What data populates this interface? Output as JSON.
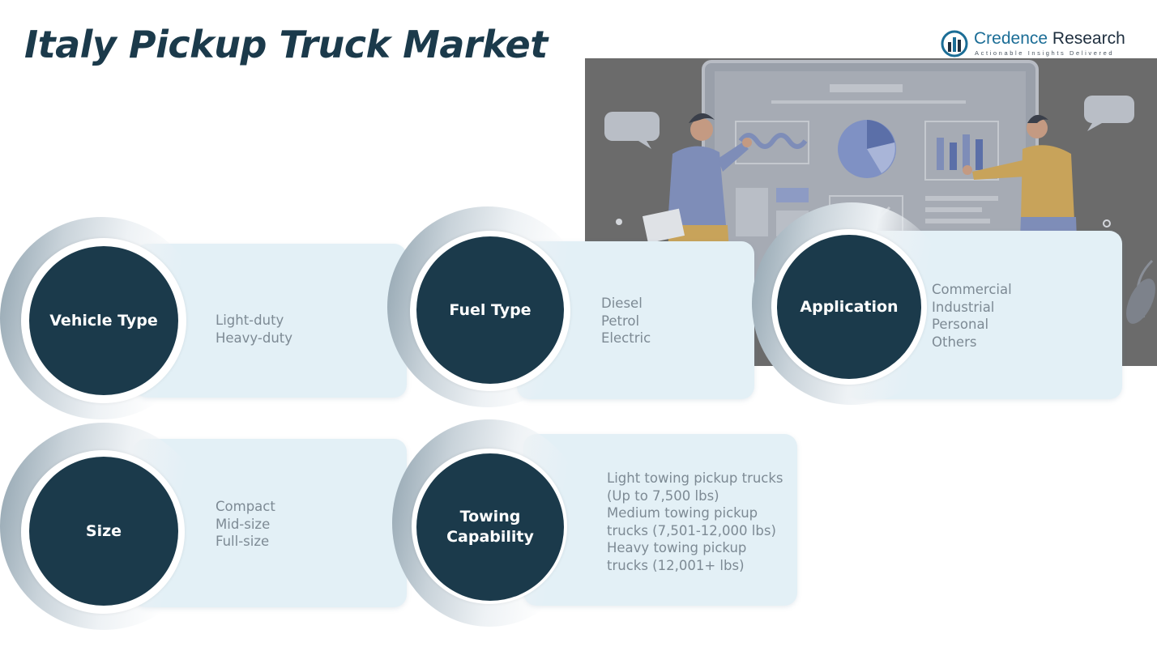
{
  "title": "Italy Pickup Truck Market",
  "logo": {
    "name_part1": "Credence",
    "name_part2": "Research",
    "tagline": "Actionable Insights Delivered"
  },
  "colors": {
    "navy": "#1b3a4b",
    "panel": "#e3f0f6",
    "item_text": "#7d8a94",
    "logo_blue": "#1b6d96"
  },
  "segments": {
    "vehicle_type": {
      "label": "Vehicle Type",
      "items": [
        "Light-duty",
        "Heavy-duty"
      ]
    },
    "fuel_type": {
      "label": "Fuel Type",
      "items": [
        "Diesel",
        "Petrol",
        "Electric"
      ]
    },
    "application": {
      "label": "Application",
      "items": [
        "Commercial",
        "Industrial",
        "Personal",
        "Others"
      ]
    },
    "size": {
      "label": "Size",
      "items": [
        "Compact",
        "Mid-size",
        "Full-size"
      ]
    },
    "towing_capability": {
      "label_line1": "Towing",
      "label_line2": "Capability",
      "items": [
        "Light towing pickup trucks",
        "(Up to 7,500 lbs)",
        "Medium towing pickup",
        "trucks (7,501-12,000 lbs)",
        "Heavy towing pickup",
        "trucks (12,001+ lbs)"
      ]
    }
  }
}
